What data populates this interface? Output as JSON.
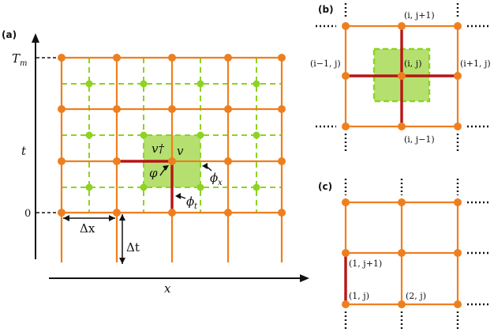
{
  "panel_a": {
    "label": "(a)",
    "y_axis_title": "t",
    "x_axis_title": "x",
    "tick_top": "T_m",
    "tick_zero": "0",
    "delta_x": "Δx",
    "delta_t": "Δt",
    "v_dagger": "v†",
    "v": "v",
    "varphi": "φ",
    "phi_x": "ϕx",
    "phi_t": "ϕt"
  },
  "panel_b": {
    "label": "(b)",
    "top": "(i, j+1)",
    "left": "(i−1, j)",
    "center": "(i, j)",
    "right": "(i+1, j)",
    "bottom": "(i, j−1)"
  },
  "panel_c": {
    "label": "(c)",
    "node_upper": "(1, j+1)",
    "node_lower": "(1, j)",
    "node_right": "(2, j)"
  },
  "colors": {
    "lattice": "#ee7f1f",
    "dual_lattice": "#8dd320",
    "plaquette_fill": "#b5e070",
    "highlight_link": "#b81414"
  }
}
